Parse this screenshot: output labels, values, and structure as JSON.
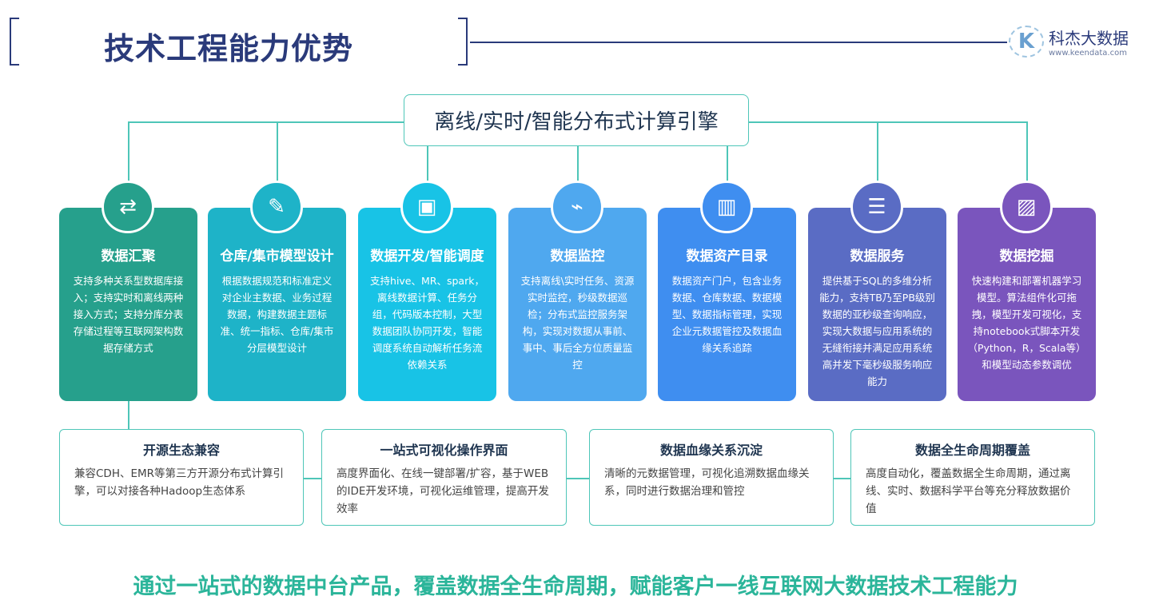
{
  "header": {
    "title": "技术工程能力优势",
    "logo_name": "科杰大数据",
    "logo_url": "www.keendata.com",
    "logo_letter": "K"
  },
  "central": "离线/实时/智能分布式计算引擎",
  "colors": {
    "accent": "#4ec6b8",
    "title": "#2a3a7a"
  },
  "cards": [
    {
      "title": "数据汇聚",
      "icon": "flow-icon",
      "glyph": "⇄",
      "color": "#26a08c",
      "text": "支持多种关系型数据库接入；支持实时和离线两种接入方式；支持分库分表存储过程等互联网架构数据存储方式"
    },
    {
      "title": "仓库/集市模型设计",
      "icon": "pencil-ruler-icon",
      "glyph": "✎",
      "color": "#1eb3c8",
      "text": "根据数据规范和标准定义对企业主数据、业务过程数据，构建数据主题标准、统一指标、仓库/集市分层模型设计"
    },
    {
      "title": "数据开发/智能调度",
      "icon": "chip-icon",
      "glyph": "▣",
      "color": "#18c3e6",
      "text": "支持hive、MR、spark，离线数据计算、任务分组，代码版本控制，大型数据团队协同开发，智能调度系统自动解析任务流依赖关系"
    },
    {
      "title": "数据监控",
      "icon": "monitor-icon",
      "glyph": "⌁",
      "color": "#4fa8ef",
      "text": "支持离线\\实时任务、资源实时监控，秒级数据巡检；分布式监控服务架构，实现对数据从事前、事中、事后全方位质量监控"
    },
    {
      "title": "数据资产目录",
      "icon": "chart-board-icon",
      "glyph": "▥",
      "color": "#3f8ef0",
      "text": "数据资产门户，包含业务数据、仓库数据、数据模型、数据指标管理，实现企业元数据管控及数据血缘关系追踪"
    },
    {
      "title": "数据服务",
      "icon": "list-settings-icon",
      "glyph": "☰",
      "color": "#5a6cc4",
      "text": "提供基于SQL的多维分析能力，支持TB乃至PB级别数据的亚秒级查询响应，实现大数据与应用系统的无缝衔接并满足应用系统高并发下毫秒级服务响应能力"
    },
    {
      "title": "数据挖掘",
      "icon": "chart-export-icon",
      "glyph": "▨",
      "color": "#7a55bd",
      "text": "快速构建和部署机器学习模型。算法组件化可拖拽，模型开发可视化，支持notebook式脚本开发（Python，R，Scala等）和模型动态参数调优"
    }
  ],
  "features": [
    {
      "title": "开源生态兼容",
      "text": "兼容CDH、EMR等第三方开源分布式计算引擎，可以对接各种Hadoop生态体系"
    },
    {
      "title": "一站式可视化操作界面",
      "text": "高度界面化、在线一键部署/扩容，基于WEB的IDE开发环境，可视化运维管理，提高开发效率"
    },
    {
      "title": "数据血缘关系沉淀",
      "text": "清晰的元数据管理，可视化追溯数据血缘关系，同时进行数据治理和管控"
    },
    {
      "title": "数据全生命周期覆盖",
      "text": "高度自动化，覆盖数据全生命周期，通过离线、实时、数据科学平台等充分释放数据价值"
    }
  ],
  "footer": "通过一站式的数据中台产品，覆盖数据全生命周期，赋能客户一线互联网大数据技术工程能力"
}
